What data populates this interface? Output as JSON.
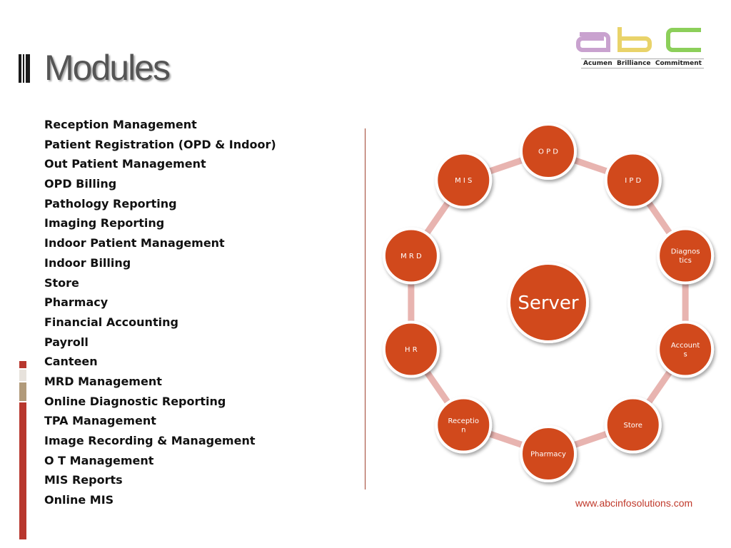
{
  "title": "Modules",
  "logo": {
    "wordmark": "abc",
    "tagline": [
      "Acumen",
      "Brilliance",
      "Commitment"
    ]
  },
  "modules": [
    "Reception Management",
    "Patient Registration (OPD & Indoor)",
    "Out Patient Management",
    "OPD Billing",
    "Pathology Reporting",
    "Imaging Reporting",
    "Indoor Patient Management",
    "Indoor Billing",
    "Store",
    "Pharmacy",
    "Financial Accounting",
    "Payroll",
    "Canteen",
    "MRD Management",
    "Online Diagnostic Reporting",
    "TPA Management",
    "Image Recording & Management",
    "O T Management",
    "MIS Reports",
    "Online MIS"
  ],
  "diagram": {
    "center": "Server",
    "nodes": [
      {
        "label": [
          "O P D"
        ]
      },
      {
        "label": [
          "I P D"
        ]
      },
      {
        "label": [
          "Diagnos",
          "tics"
        ]
      },
      {
        "label": [
          "Account",
          "s"
        ]
      },
      {
        "label": [
          "Store"
        ]
      },
      {
        "label": [
          "Pharmacy"
        ]
      },
      {
        "label": [
          "Receptio",
          "n"
        ]
      },
      {
        "label": [
          "H R"
        ]
      },
      {
        "label": [
          "M R D"
        ]
      },
      {
        "label": [
          "M I S"
        ]
      }
    ]
  },
  "colors": {
    "node_fill": "#d14a1f",
    "ring": "#e8b4b0",
    "accent": "#c0392b"
  },
  "footer_url": "www.abcinfosolutions.com"
}
